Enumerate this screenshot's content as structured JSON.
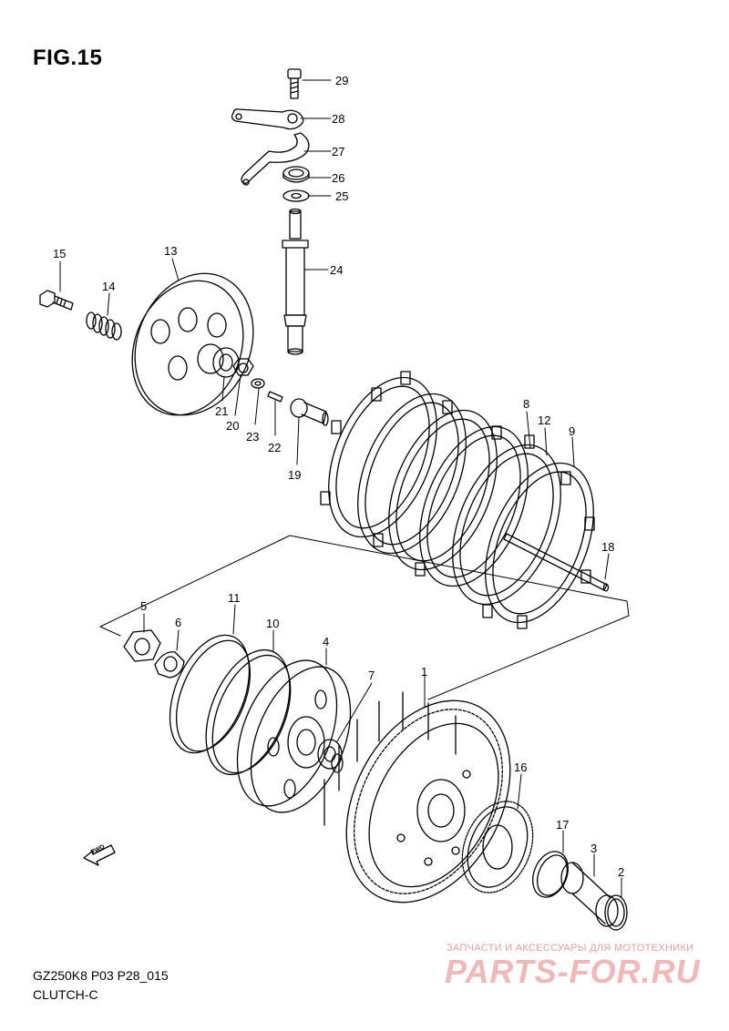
{
  "figure": {
    "title": "FIG.15",
    "model_code": "GZ250K8 P03 P28_015",
    "section": "CLUTCH-C",
    "direction_label": "FWD"
  },
  "watermark": {
    "tagline": "ЗАПЧАСТИ И АКСЕССУАРЫ ДЛЯ МОТОТЕХНИКИ",
    "brand": "PARTS-FOR.RU"
  },
  "callouts": [
    "1",
    "2",
    "3",
    "4",
    "5",
    "6",
    "7",
    "8",
    "9",
    "10",
    "11",
    "12",
    "13",
    "14",
    "15",
    "16",
    "17",
    "18",
    "19",
    "20",
    "21",
    "22",
    "23",
    "24",
    "25",
    "26",
    "27",
    "28",
    "29"
  ]
}
